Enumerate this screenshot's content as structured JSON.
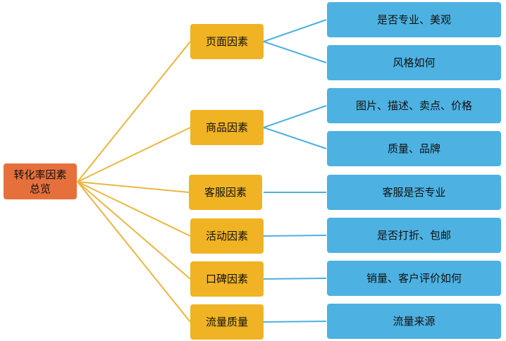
{
  "root": {
    "label": "转化率因素\n总览",
    "line1": "转化率因素",
    "line2": "总览"
  },
  "colors": {
    "root": "#E6703C",
    "factor": "#F0B323",
    "detail": "#4DB2E2",
    "factor_line": "#EBB640",
    "detail_line": "#4DAFDF"
  },
  "factors": [
    {
      "label": "页面因素",
      "details": [
        "是否专业、美观",
        "风格如何"
      ]
    },
    {
      "label": "商品因素",
      "details": [
        "图片、描述、卖点、价格",
        "质量、品牌"
      ]
    },
    {
      "label": "客服因素",
      "details": [
        "客服是否专业"
      ]
    },
    {
      "label": "活动因素",
      "details": [
        "是否打折、包邮"
      ]
    },
    {
      "label": "口碑因素",
      "details": [
        "销量、客户评价如何"
      ]
    },
    {
      "label": "流量质量",
      "details": [
        "流量来源"
      ]
    }
  ]
}
